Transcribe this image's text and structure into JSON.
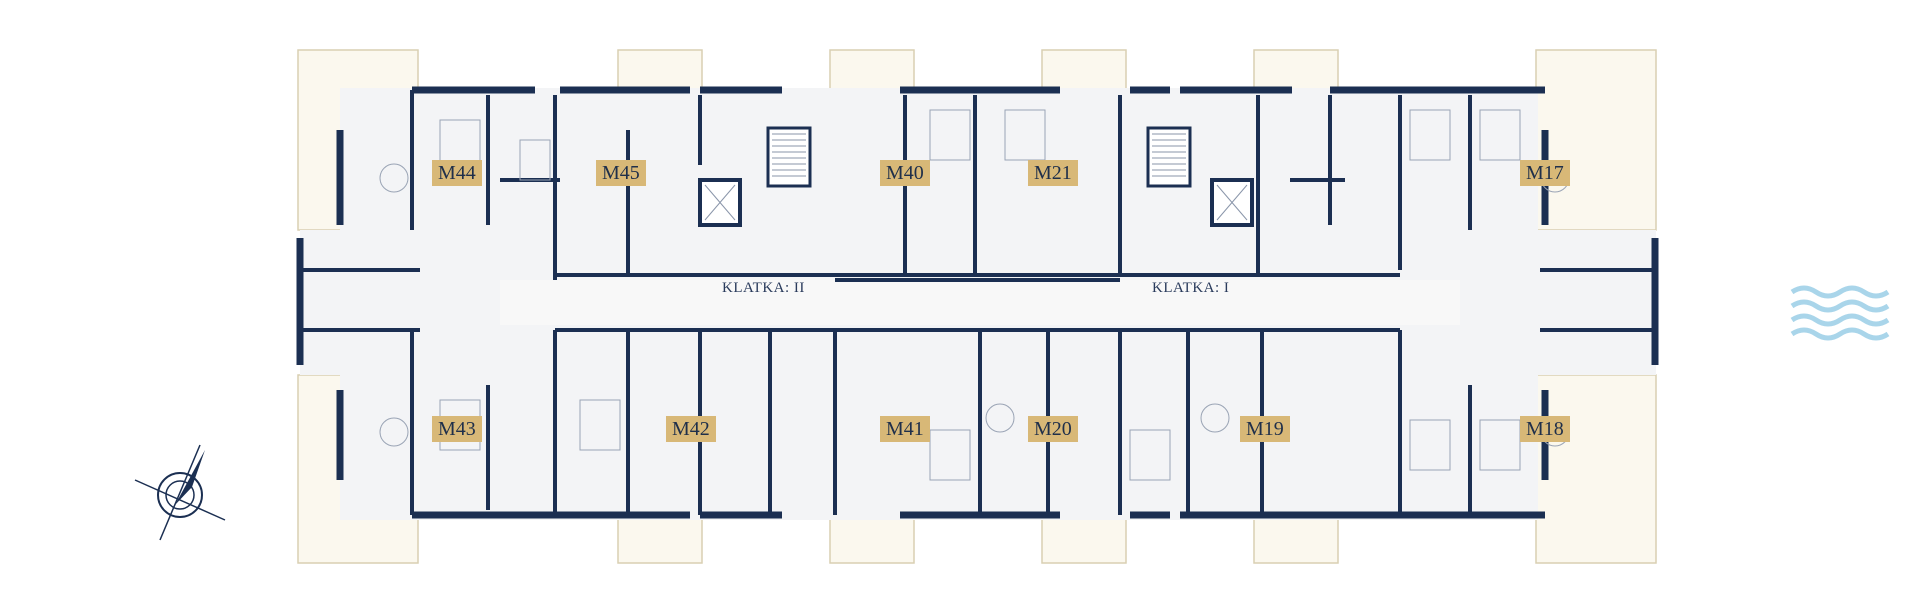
{
  "plan": {
    "stairwells": [
      {
        "id": "klatka-ii",
        "label": "KLATKA: II"
      },
      {
        "id": "klatka-i",
        "label": "KLATKA: I"
      }
    ],
    "units": [
      {
        "id": "m44",
        "label": "M44"
      },
      {
        "id": "m45",
        "label": "M45"
      },
      {
        "id": "m40",
        "label": "M40"
      },
      {
        "id": "m21",
        "label": "M21"
      },
      {
        "id": "m17",
        "label": "M17"
      },
      {
        "id": "m43",
        "label": "M43"
      },
      {
        "id": "m42",
        "label": "M42"
      },
      {
        "id": "m41",
        "label": "M41"
      },
      {
        "id": "m20",
        "label": "M20"
      },
      {
        "id": "m19",
        "label": "M19"
      },
      {
        "id": "m18",
        "label": "M18"
      }
    ],
    "colors": {
      "wall": "#1b2f52",
      "floor": "#f3f4f6",
      "balcony": "#fbf8ee",
      "balcony_outline": "#d9cfb2",
      "tag": "#d8b877",
      "water": "#a9d5ea"
    },
    "icons": [
      "compass-icon",
      "water-waves-icon"
    ]
  }
}
